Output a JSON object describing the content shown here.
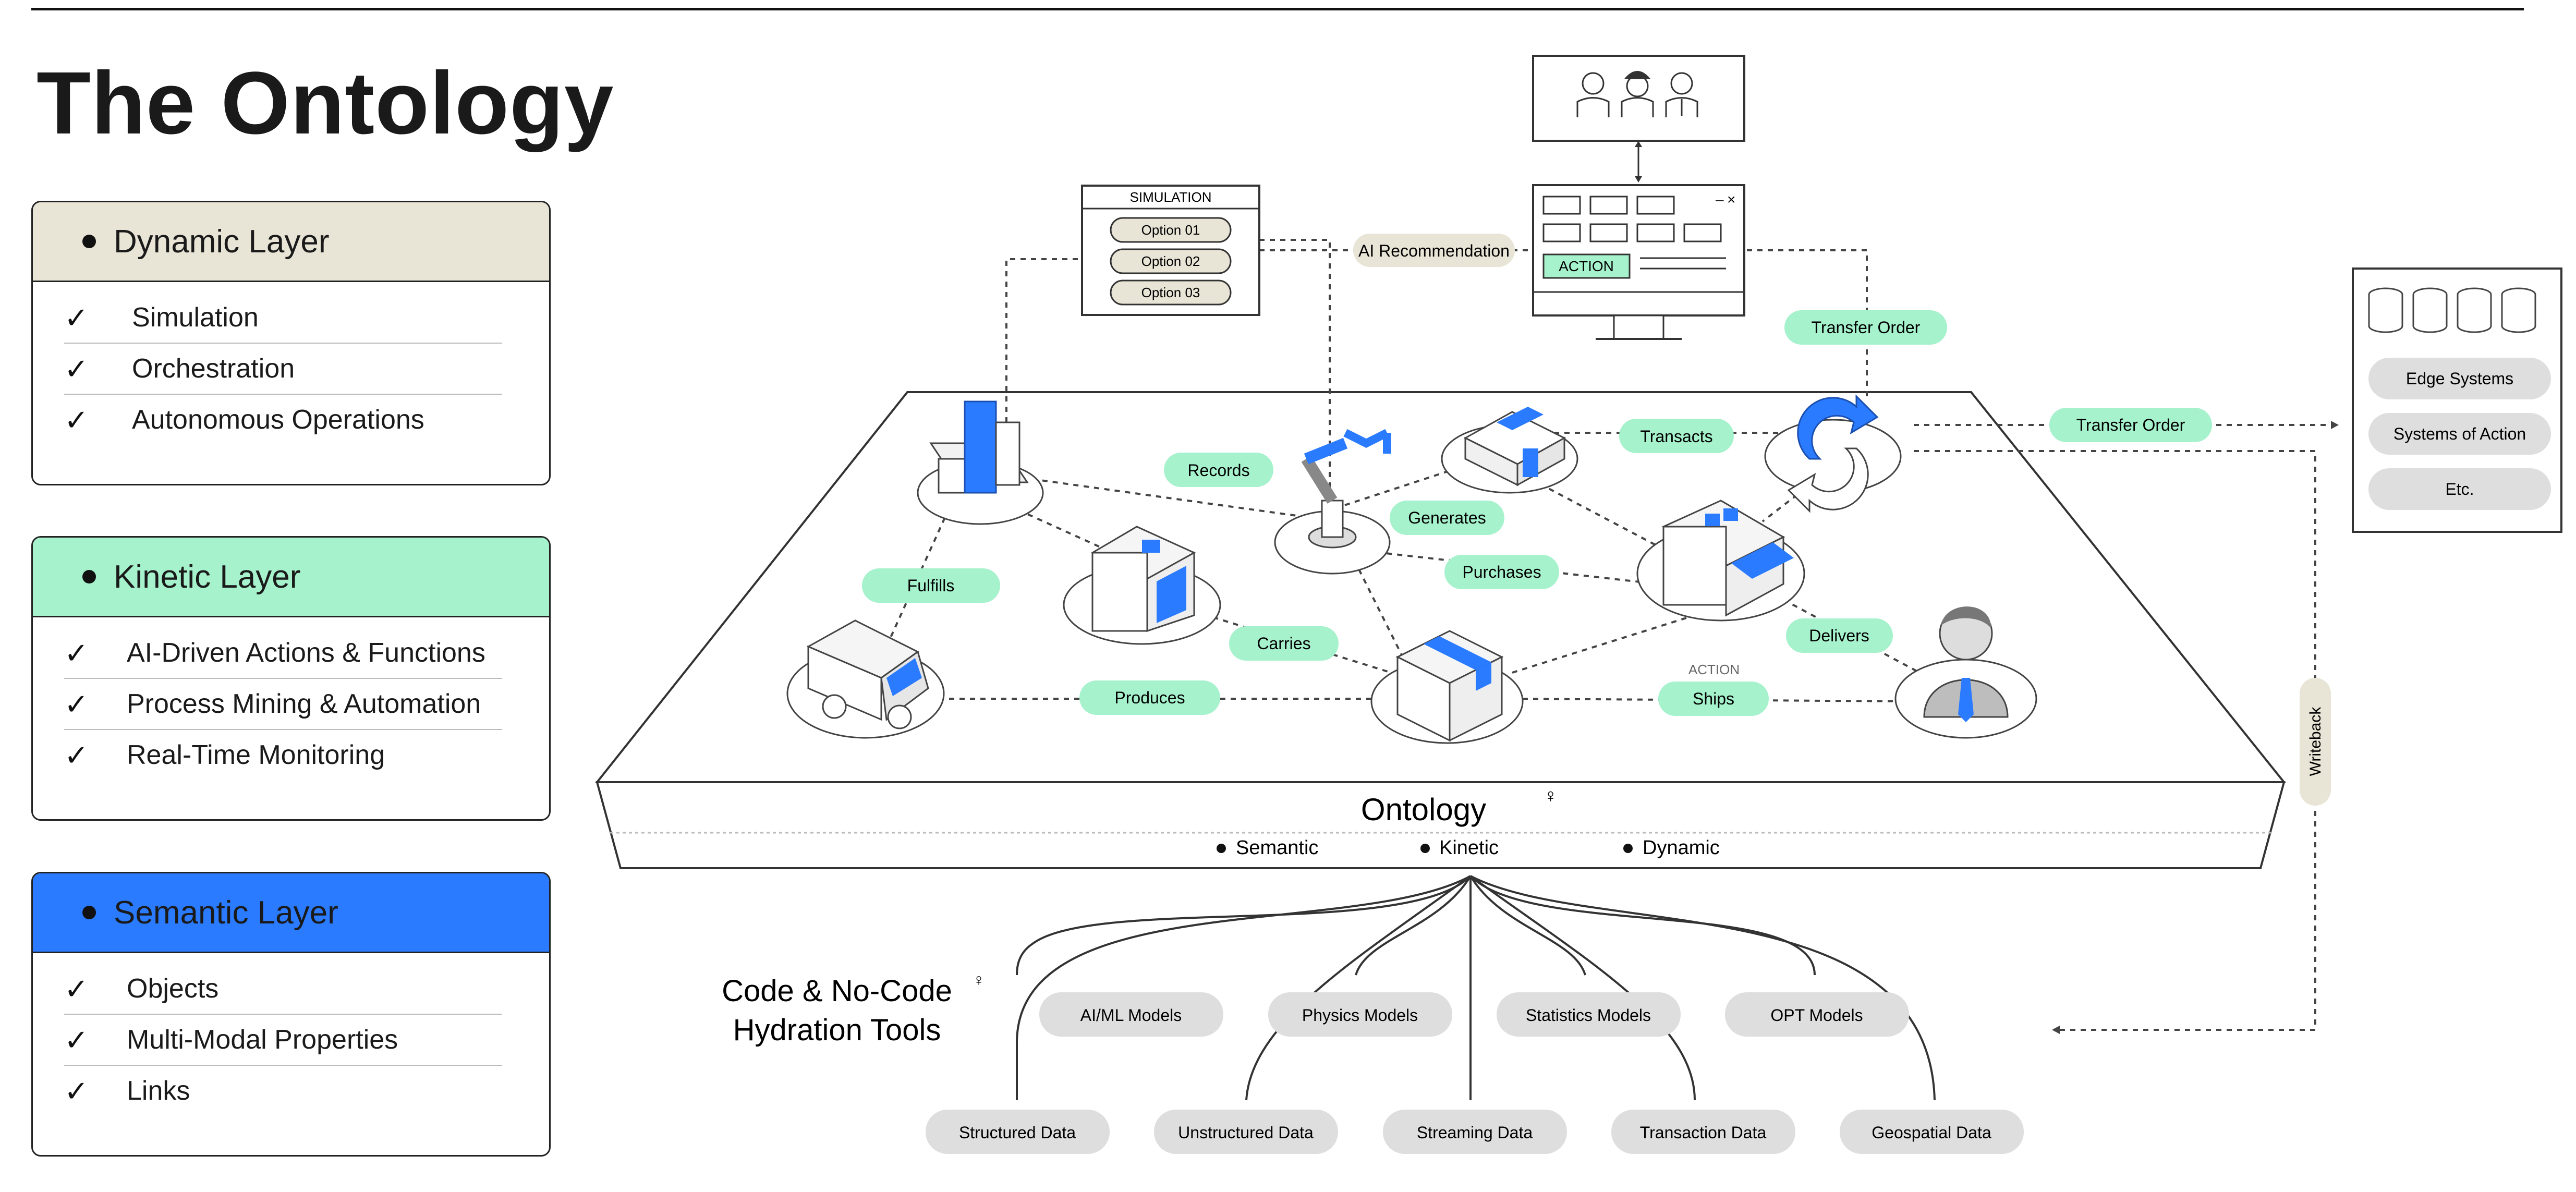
{
  "title": "The Ontology",
  "colors": {
    "dynamic": "#e8e4d6",
    "kinetic": "#a5f2cc",
    "semantic": "#2a7bff",
    "pill": "#a5f2cc",
    "grey_pill": "#dedede",
    "blue_icon": "#2a7bff"
  },
  "layers": {
    "dynamic": {
      "title": "Dynamic Layer",
      "items": [
        "Simulation",
        "Orchestration",
        "Autonomous Operations"
      ]
    },
    "kinetic": {
      "title": "Kinetic Layer",
      "items": [
        "AI-Driven Actions & Functions",
        "Process Mining & Automation",
        "Real-Time Monitoring"
      ]
    },
    "semantic": {
      "title": "Semantic Layer",
      "items": [
        "Objects",
        "Multi-Modal Properties",
        "Links"
      ]
    }
  },
  "diagram": {
    "simulation": {
      "title": "SIMULATION",
      "options": [
        "Option 01",
        "Option 02",
        "Option 03"
      ]
    },
    "ai_recommendation": "AI Recommendation",
    "action_button": "ACTION",
    "transfer_order_top": "Transfer Order",
    "transfer_order_right": "Transfer Order",
    "edges": {
      "records": "Records",
      "generates": "Generates",
      "transacts": "Transacts",
      "fulfills": "Fulfills",
      "purchases": "Purchases",
      "carries": "Carries",
      "produces": "Produces",
      "delivers": "Delivers",
      "ships": "Ships",
      "ships_tag": "ACTION"
    },
    "ontology": {
      "label": "Ontology",
      "legend": [
        "Semantic",
        "Kinetic",
        "Dynamic"
      ]
    },
    "external_systems": [
      "Edge Systems",
      "Systems of Action",
      "Etc."
    ],
    "writeback": "Writeback",
    "hydration": {
      "line1": "Code & No-Code",
      "line2": "Hydration Tools"
    },
    "models": [
      "AI/ML Models",
      "Physics Models",
      "Statistics Models",
      "OPT Models"
    ],
    "data_sources": [
      "Structured Data",
      "Unstructured Data",
      "Streaming Data",
      "Transaction Data",
      "Geospatial Data"
    ]
  }
}
